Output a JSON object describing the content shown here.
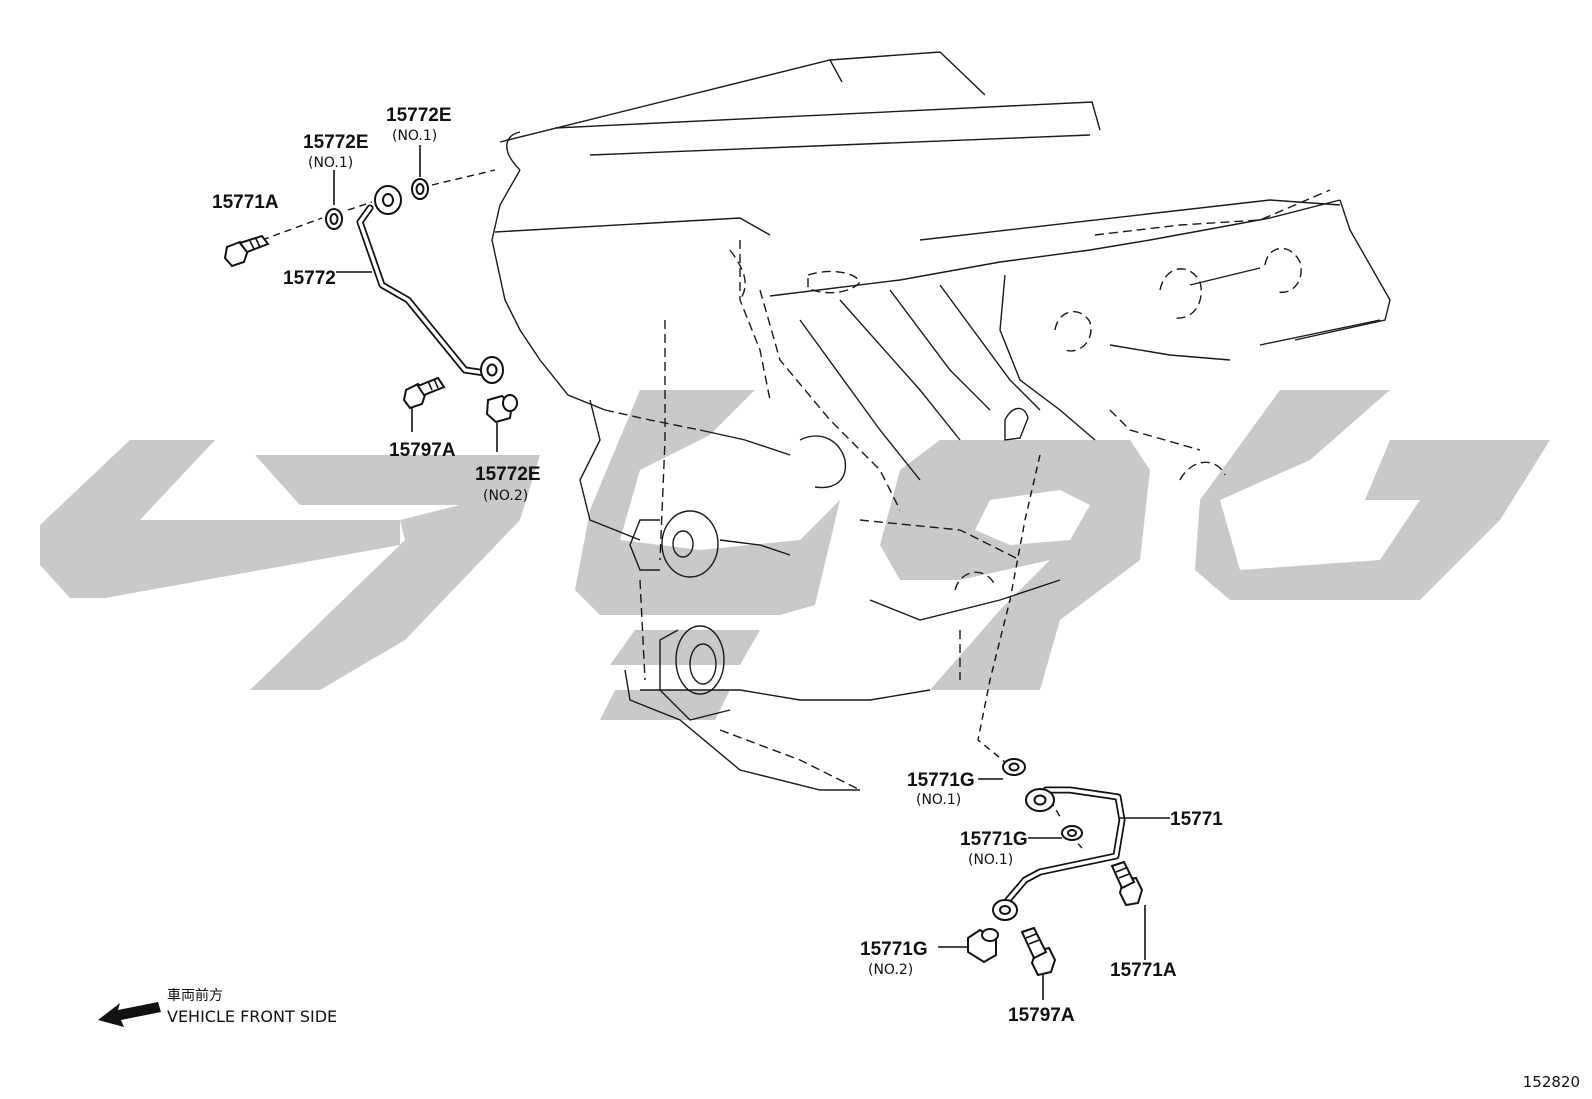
{
  "labels": {
    "p15771a_top": "15771A",
    "p15772": "15772",
    "p15772e_mid": "15772E",
    "p15772e_mid_no": "(NO.1)",
    "p15772e_top": "15772E",
    "p15772e_top_no": "(NO.1)",
    "p15797a_top": "15797A",
    "p15772e_no2": "15772E",
    "p15772e_no2_no": "(NO.2)",
    "p15771g_a": "15771G",
    "p15771g_a_no": "(NO.1)",
    "p15771": "15771",
    "p15771g_b": "15771G",
    "p15771g_b_no": "(NO.1)",
    "p15771g_c": "15771G",
    "p15771g_c_no": "(NO.2)",
    "p15797a_bottom": "15797A",
    "p15771a_bottom": "15771A"
  },
  "legend": {
    "jp": "車両前方",
    "en": "VEHICLE FRONT SIDE"
  },
  "diagram_number": "152820",
  "colors": {
    "ink": "#111111",
    "watermark": "#c9c9c9"
  }
}
